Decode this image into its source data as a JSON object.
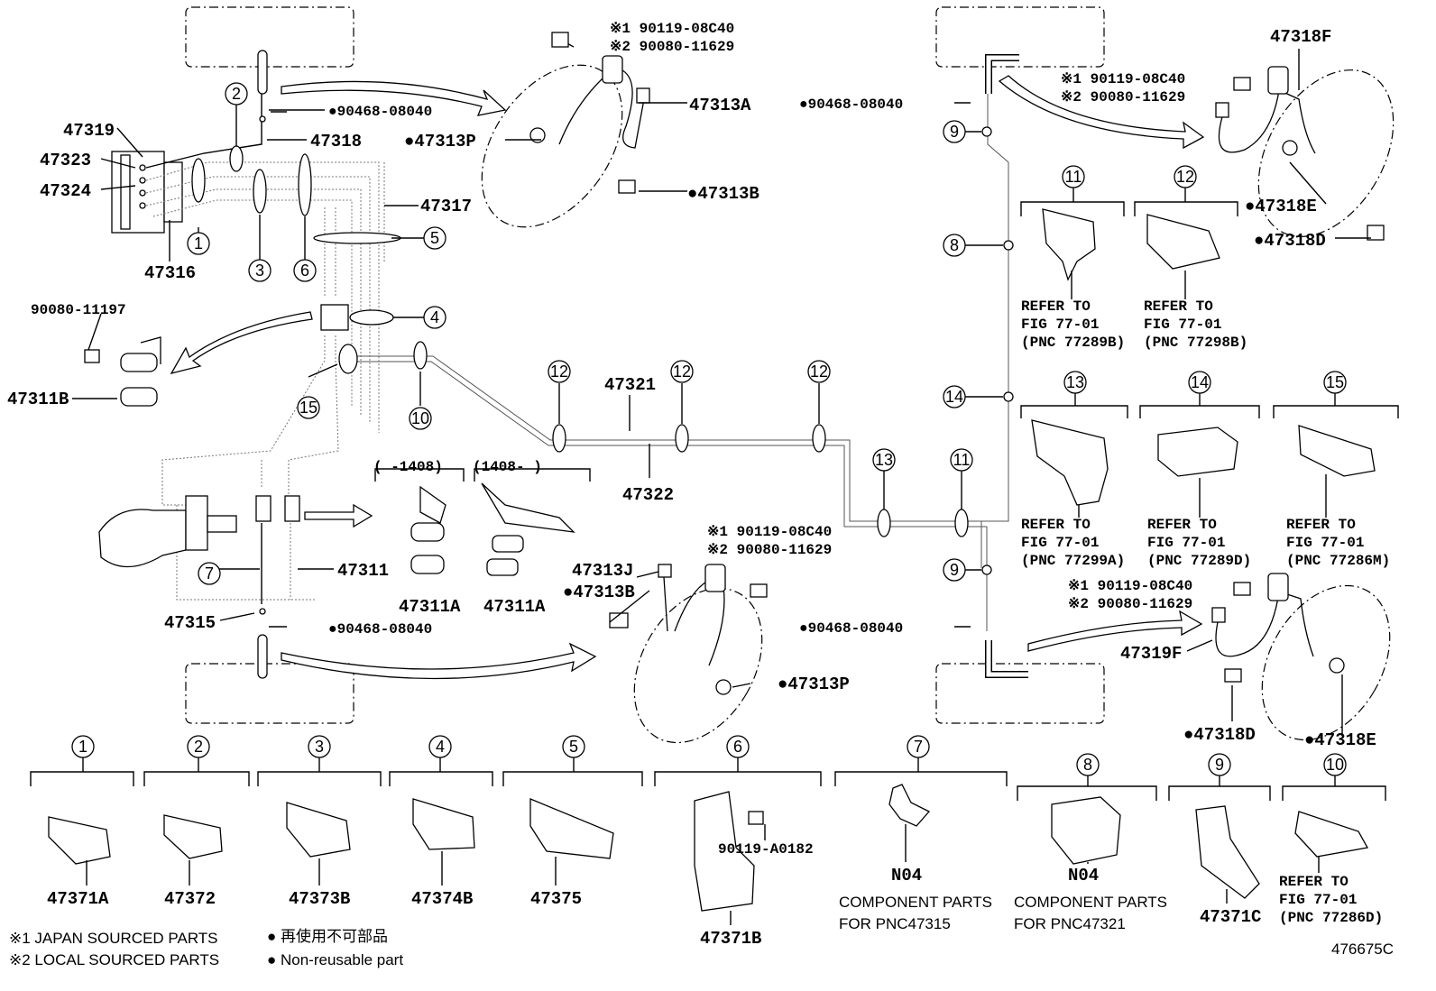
{
  "labels": {
    "p47319": "47319",
    "p47323": "47323",
    "p47324": "47324",
    "p47316": "47316",
    "p47318": "47318",
    "p47317": "47317",
    "p47313A": "47313A",
    "p47313P_top": "●47313P",
    "p47313B_top": "●47313B",
    "top_left_note1": "※1 90119-08C40",
    "top_left_note2": "※2 90080-11629",
    "clip_90468_tl": "●90468-08040",
    "p90080_11197": "90080-11197",
    "p47311B": "47311B",
    "p47321": "47321",
    "p47322": "47322",
    "p47311": "47311",
    "p47315": "47315",
    "clip_90468_bl": "●90468-08040",
    "p47311A_1": "47311A",
    "p47311A_2": "47311A",
    "range1": "(    -1408)",
    "range2": "(1408-    )",
    "mid_note1": "※1 90119-08C40",
    "mid_note2": "※2 90080-11629",
    "p47313J": "47313J",
    "p47313B_mid": "●47313B",
    "p47313P_mid": "●47313P",
    "clip_90468_tr": "●90468-08040",
    "p47318F": "47318F",
    "tr_note1": "※1 90119-08C40",
    "tr_note2": "※2 90080-11629",
    "p47318E_top": "●47318E",
    "p47318D_top": "●47318D",
    "clip_90468_br": "●90468-08040",
    "br_note1": "※1 90119-08C40",
    "br_note2": "※2 90080-11629",
    "p47319F": "47319F",
    "p47318D_bot": "●47318D",
    "p47318E_bot": "●47318E",
    "p47371A": "47371A",
    "p47372": "47372",
    "p47373B": "47373B",
    "p47374B": "47374B",
    "p47375": "47375",
    "p47371B": "47371B",
    "p90119_A0182": "90119-A0182",
    "n04_a": "N04",
    "n04_b": "N04",
    "p47371C": "47371C",
    "comp1a": "COMPONENT PARTS",
    "comp1b": "FOR PNC47315",
    "comp2a": "COMPONENT PARTS",
    "comp2b": "FOR PNC47321",
    "refer11a": "REFER TO",
    "refer11b": "FIG 77-01",
    "refer11c": "(PNC 77289B)",
    "refer12a": "REFER TO",
    "refer12b": "FIG 77-01",
    "refer12c": "(PNC 77298B)",
    "refer13a": "REFER TO",
    "refer13b": "FIG 77-01",
    "refer13c": "(PNC 77299A)",
    "refer14a": "REFER TO",
    "refer14b": "FIG 77-01",
    "refer14c": "(PNC 77289D)",
    "refer15a": "REFER TO",
    "refer15b": "FIG 77-01",
    "refer15c": "(PNC 77286M)",
    "refer10a": "REFER TO",
    "refer10b": "FIG 77-01",
    "refer10c": "(PNC 77286D)",
    "legend1": "※1 JAPAN SOURCED PARTS",
    "legend2": "※2 LOCAL SOURCED PARTS",
    "legend3": "● 再使用不可部品",
    "legend4": "● Non-reusable part",
    "figure_id": "476675C"
  },
  "callouts": [
    "1",
    "2",
    "3",
    "4",
    "5",
    "6",
    "7",
    "8",
    "9",
    "10",
    "11",
    "12",
    "13",
    "14",
    "15"
  ]
}
